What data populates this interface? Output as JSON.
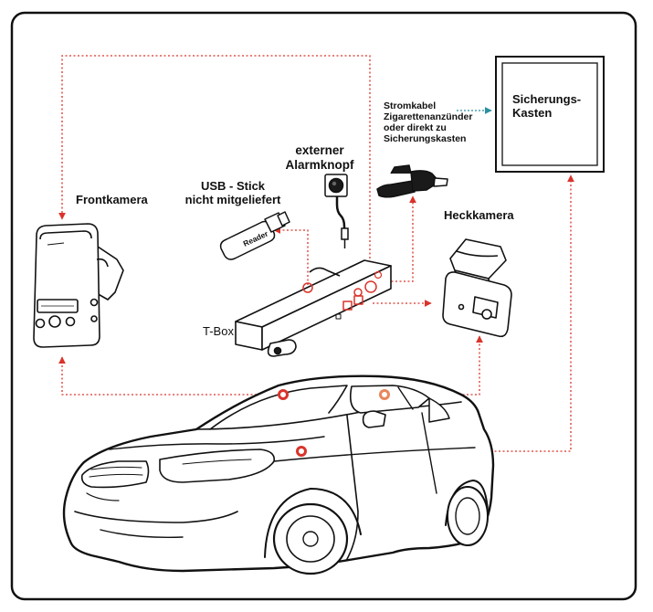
{
  "labels": {
    "frontkamera": "Frontkamera",
    "usb_line1": "USB - Stick",
    "usb_line2": "nicht mitgeliefert",
    "alarm_line1": "externer",
    "alarm_line2": "Alarmknopf",
    "strom_line1": "Stromkabel",
    "strom_line2": "Zigarettenanzünder",
    "strom_line3": "oder direkt zu",
    "strom_line4": "Sicherungskasten",
    "sicherung_line1": "Sicherungs-",
    "sicherung_line2": "Kasten",
    "heckkamera": "Heckkamera",
    "tbox": "T-Box",
    "reader": "Reader"
  },
  "colors": {
    "line": "#111111",
    "connector": "#d9342b",
    "connector_teal": "#2a8fa0",
    "marker_orange": "#e8865a"
  }
}
